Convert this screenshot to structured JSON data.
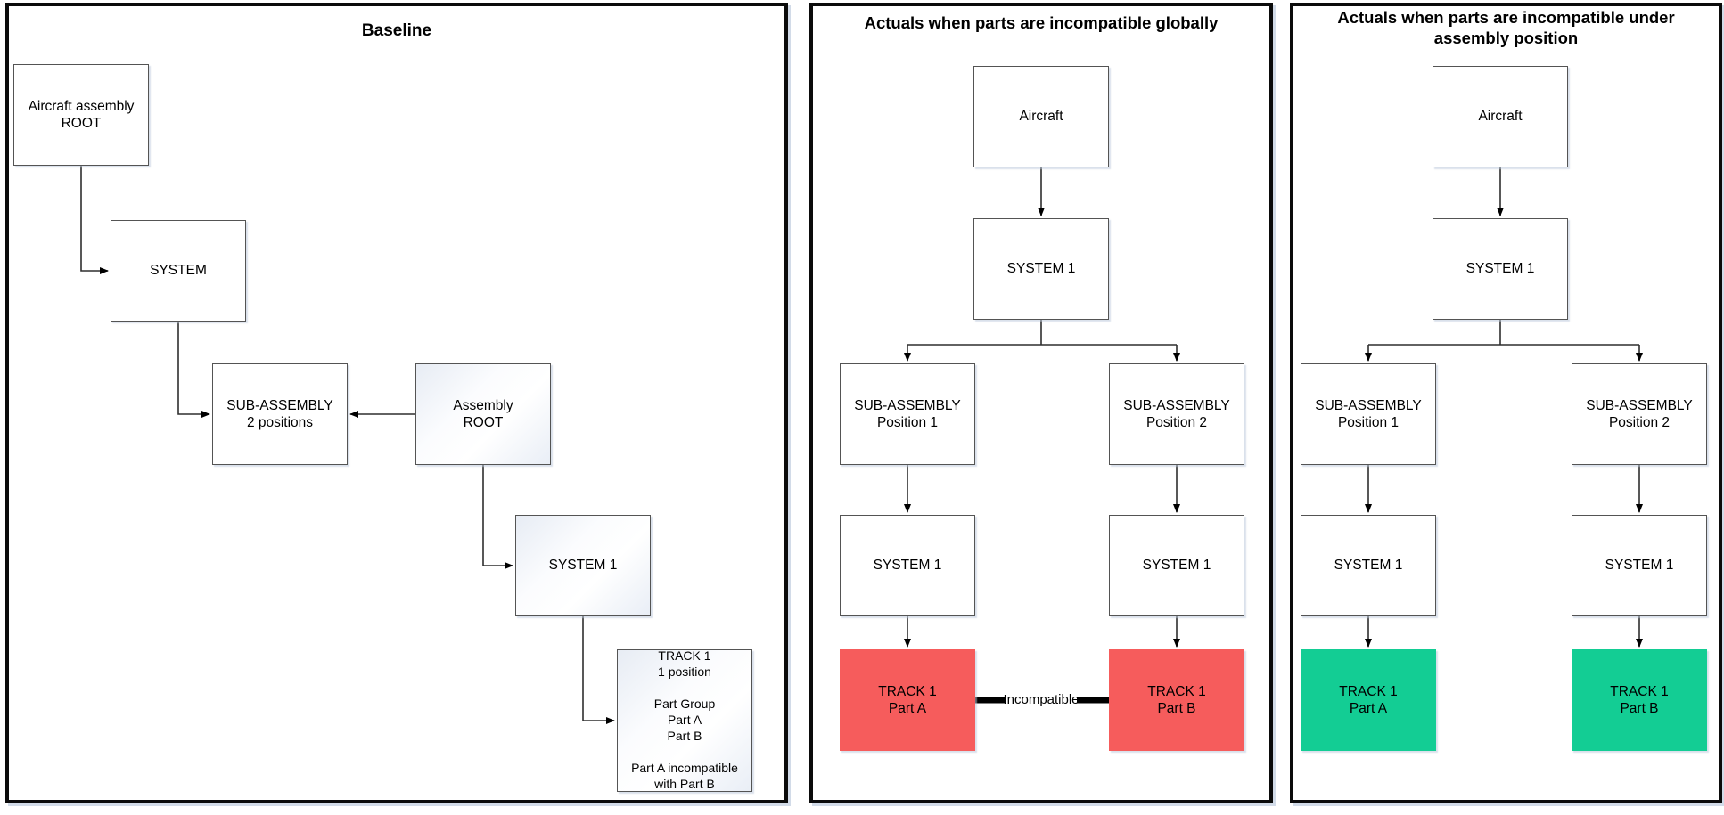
{
  "colors": {
    "incompatible_fill": "#f65c5c",
    "compatible_fill": "#13cd94",
    "box_border": "#545454",
    "connector": "#2f2f2f",
    "panel_border": "#0b0b0b",
    "gradient_tint": "#e7ecf4"
  },
  "panels": [
    {
      "title": "Baseline",
      "nodes": {
        "aircraft_root": {
          "label": "Aircraft assembly\nROOT"
        },
        "system": {
          "label": "SYSTEM"
        },
        "sub_assembly": {
          "label": "SUB-ASSEMBLY\n2 positions"
        },
        "assembly_root": {
          "label": "Assembly\nROOT"
        },
        "system_1": {
          "label": "SYSTEM 1"
        },
        "track_1": {
          "label": "TRACK 1\n1 position\n\nPart Group\nPart A\nPart B\n\nPart A incompatible\nwith Part B"
        }
      }
    },
    {
      "title": "Actuals when parts are incompatible globally",
      "edge_label": "Incompatible",
      "nodes": {
        "aircraft": {
          "label": "Aircraft"
        },
        "system_1": {
          "label": "SYSTEM 1"
        },
        "sub_assembly_pos1": {
          "label": "SUB-ASSEMBLY\nPosition 1"
        },
        "sub_assembly_pos2": {
          "label": "SUB-ASSEMBLY\nPosition 2"
        },
        "system_1_pos1": {
          "label": "SYSTEM 1"
        },
        "system_1_pos2": {
          "label": "SYSTEM 1"
        },
        "track_1_part_a": {
          "label": "TRACK 1\nPart A",
          "color": "#f65c5c"
        },
        "track_1_part_b": {
          "label": "TRACK 1\nPart B",
          "color": "#f65c5c"
        }
      }
    },
    {
      "title": "Actuals when parts are incompatible under\nassembly position",
      "nodes": {
        "aircraft": {
          "label": "Aircraft"
        },
        "system_1": {
          "label": "SYSTEM 1"
        },
        "sub_assembly_pos1": {
          "label": "SUB-ASSEMBLY\nPosition 1"
        },
        "sub_assembly_pos2": {
          "label": "SUB-ASSEMBLY\nPosition 2"
        },
        "system_1_pos1": {
          "label": "SYSTEM 1"
        },
        "system_1_pos2": {
          "label": "SYSTEM 1"
        },
        "track_1_part_a": {
          "label": "TRACK 1\nPart A",
          "color": "#13cd94"
        },
        "track_1_part_b": {
          "label": "TRACK 1\nPart B",
          "color": "#13cd94"
        }
      }
    }
  ]
}
